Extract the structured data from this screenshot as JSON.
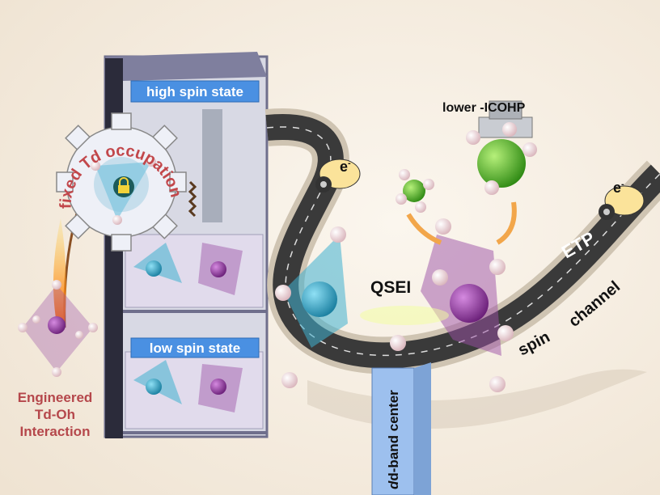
{
  "tower": {
    "high_spin_label": "high spin state",
    "low_spin_label": "low spin state"
  },
  "gear": {
    "label": "fixed Td occupation",
    "icon": "lock-icon"
  },
  "left_caption": {
    "line1": "Engineered",
    "line2": "Td-Oh",
    "line3": "Interaction"
  },
  "road": {
    "etp_label": "ETP",
    "spin_label": "spin",
    "channel_label": "channel",
    "electron_label_1": "e",
    "electron_label_2": "e",
    "electron_sup": "-"
  },
  "center": {
    "qsei_label": "QSEI",
    "dband_label": "d-band center",
    "dband_italic": "d"
  },
  "adsorbate": {
    "icohp_label": "lower -ICOHP"
  },
  "colors": {
    "background": "#f4ece1",
    "label_blue": "#4a90e2",
    "caption_red": "#b5474b",
    "td_cyan": "#3fb0d0",
    "oh_purple": "#9b4fa6",
    "road": "#3a3a3a",
    "pillar": "#9dc0ee"
  }
}
